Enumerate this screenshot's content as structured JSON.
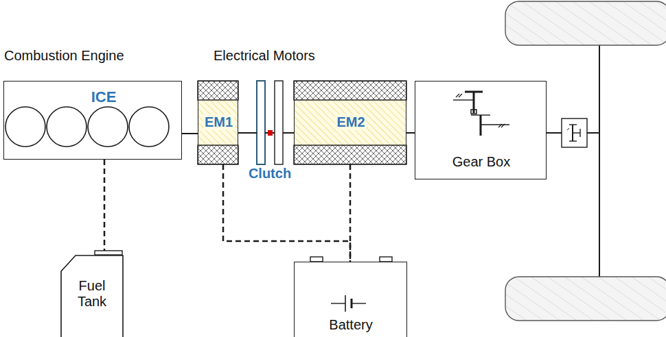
{
  "diagram": {
    "nodes": [
      {
        "text": [
          "ICE"
        ]
      },
      {
        "text": [
          "EM1"
        ]
      },
      {
        "text": [
          "Clutch"
        ]
      },
      {
        "text": [
          "EM2"
        ]
      },
      {
        "text": [
          "Gear Box"
        ]
      },
      {
        "text": [
          "Fuel Tank"
        ]
      },
      {
        "text": [
          "Battery"
        ]
      }
    ],
    "edges": [
      {
        "from": 0,
        "to": 1,
        "arrow": "none"
      },
      {
        "from": 1,
        "to": 2,
        "arrow": "none"
      },
      {
        "from": 2,
        "to": 3,
        "arrow": "none"
      },
      {
        "from": 3,
        "to": 4,
        "arrow": "none"
      },
      {
        "from": 0,
        "to": 5,
        "arrow": "none"
      },
      {
        "from": 1,
        "to": 6,
        "arrow": "none"
      },
      {
        "from": 3,
        "to": 6,
        "arrow": "none"
      }
    ],
    "labels": [
      "Combustion Engine",
      "Electrical Motors"
    ]
  }
}
